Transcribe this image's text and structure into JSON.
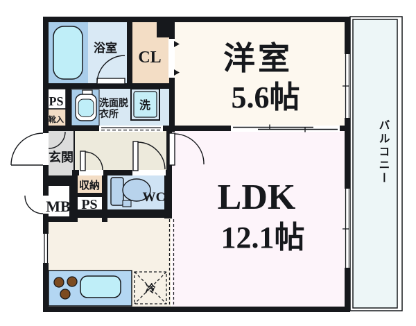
{
  "plan": {
    "type": "apartment-floorplan",
    "rooms": {
      "bathroom": {
        "label": "浴室"
      },
      "closet": {
        "label": "CL"
      },
      "western_room": {
        "label": "洋室",
        "size": "5.6帖"
      },
      "balcony": {
        "label": "バルコニー"
      },
      "ps_upper": {
        "label": "PS"
      },
      "shoe_box": {
        "label": "靴入"
      },
      "washroom": {
        "label_line1": "洗面脱",
        "label_line2": "衣所"
      },
      "washer": {
        "label": "洗"
      },
      "entrance": {
        "label": "玄関"
      },
      "storage": {
        "label": "収納"
      },
      "ps_lower": {
        "label": "PS"
      },
      "wc": {
        "label": "WC"
      },
      "meter_box": {
        "label": "MB"
      },
      "ldk": {
        "label": "LDK",
        "size": "12.1帖"
      },
      "refrigerator": {
        "label": "冷"
      }
    }
  },
  "colors": {
    "wall": "#16181c",
    "white": "#ffffff",
    "bathroom_floor": "#d9e9f5",
    "bathtub_zone": "#a9cdea",
    "bathtub": "#bfeef8",
    "closet": "#f3ddc5",
    "western_room": "#fdf8ef",
    "balcony": "#edf6f7",
    "washroom": "#d8e8f3",
    "washer": "#c5eef7",
    "vanity": "#a9cdea",
    "vanity_basin": "#bfeef8",
    "entrance": "#dcdcdc",
    "hall": "#edeadc",
    "storage": "#f3ddc5",
    "shoe_box": "#f3ddc5",
    "wc_floor": "#cfe3f4",
    "toilet": "#b8d3ec",
    "ldk": "#fdf4fa",
    "kitchen_floor": "#f7f1e6",
    "counter": "#b3d6f2",
    "sink": "#bfeef8",
    "burner": "#7c4b21"
  }
}
